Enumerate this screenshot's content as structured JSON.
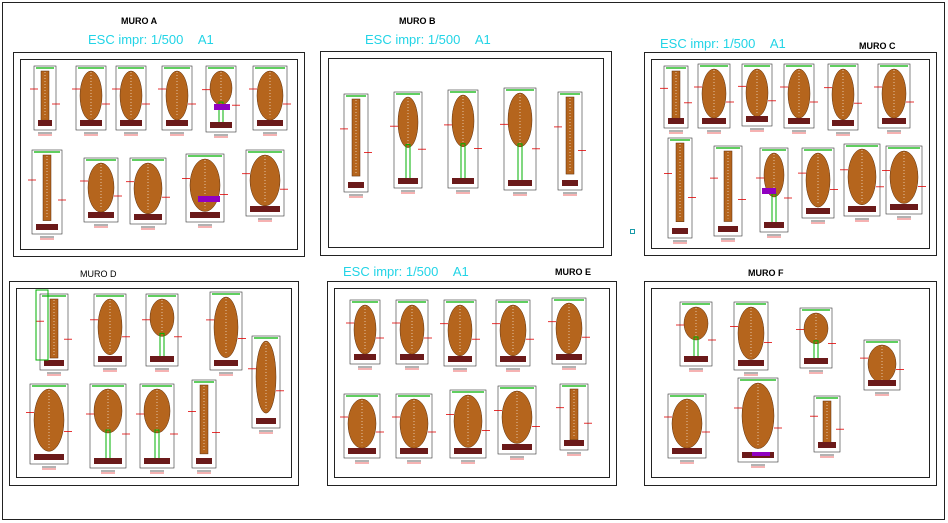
{
  "sheets": [
    {
      "id": "a",
      "title": "MURO A",
      "scale": "ESC impr: 1/500",
      "paper": "A1"
    },
    {
      "id": "b",
      "title": "MURO B",
      "scale": "ESC impr: 1/500",
      "paper": "A1"
    },
    {
      "id": "c",
      "title": "MURO C",
      "scale": "ESC impr: 1/500",
      "paper": "A1"
    },
    {
      "id": "d",
      "title": "MURO D",
      "scale": "",
      "paper": ""
    },
    {
      "id": "e",
      "title": "MURO E",
      "scale": "ESC impr: 1/500",
      "paper": "A1"
    },
    {
      "id": "f",
      "title": "MURO F",
      "scale": "",
      "paper": ""
    }
  ],
  "colors": {
    "wall_fill": "#b5651d",
    "footing": "#6b1a1a",
    "green_line": "#00b000",
    "red_line": "#e00000",
    "magenta": "#9000c0",
    "scale_text": "#22d4e6",
    "frame": "#222222"
  }
}
